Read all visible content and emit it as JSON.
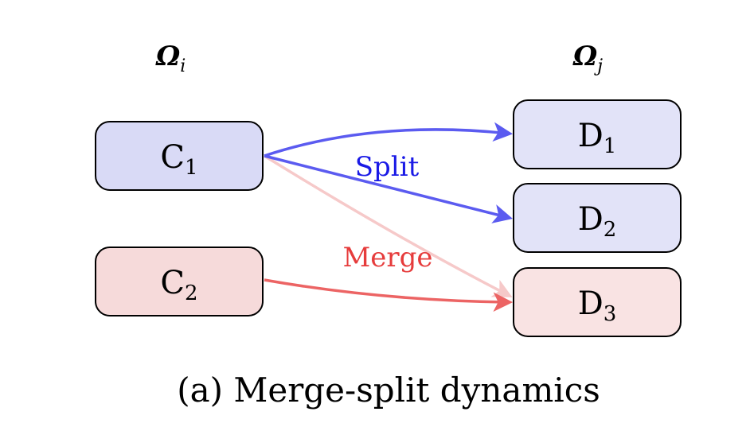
{
  "domains": {
    "left": {
      "symbol": "Ω",
      "subscript": "i"
    },
    "right": {
      "symbol": "Ω",
      "subscript": "j"
    }
  },
  "nodes": {
    "c1": {
      "letter": "C",
      "subscript": "1",
      "fill": "#d9daf6",
      "stroke": "#000000"
    },
    "c2": {
      "letter": "C",
      "subscript": "2",
      "fill": "#f6dada",
      "stroke": "#000000"
    },
    "d1": {
      "letter": "D",
      "subscript": "1",
      "fill": "#e2e3f8",
      "stroke": "#000000"
    },
    "d2": {
      "letter": "D",
      "subscript": "2",
      "fill": "#e2e3f8",
      "stroke": "#000000"
    },
    "d3": {
      "letter": "D",
      "subscript": "3",
      "fill": "#f9e3e3",
      "stroke": "#000000"
    }
  },
  "edges": {
    "split_label": "Split",
    "merge_label": "Merge",
    "split_color": "#5b5bf0",
    "merge_color": "#ec6464",
    "merge_faint_color": "#f6c9c9",
    "split_label_color": "#1a1ae6",
    "merge_label_color": "#e63c3c"
  },
  "caption": "(a) Merge-split dynamics"
}
